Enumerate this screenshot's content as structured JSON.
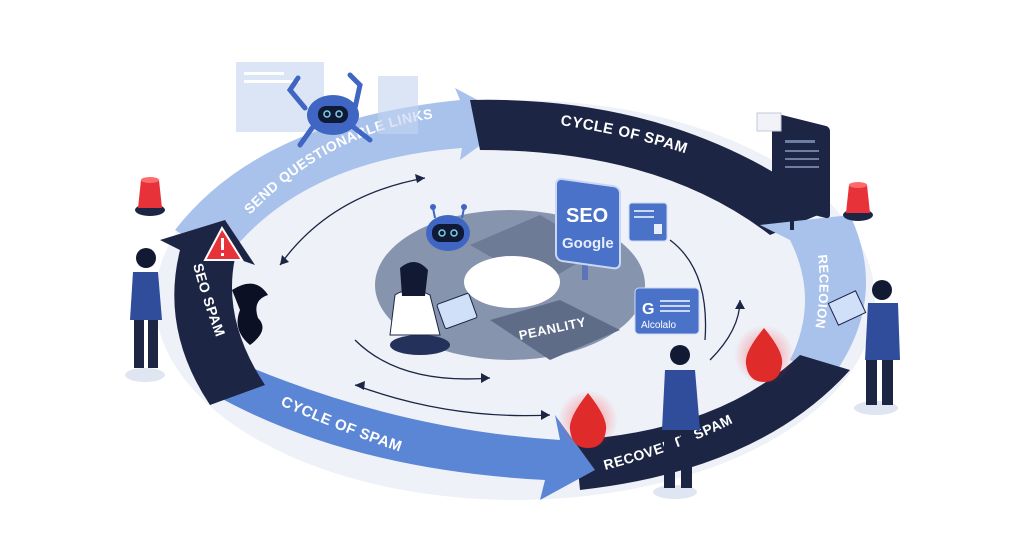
{
  "diagram": {
    "title": "Cycle of SEO Spam",
    "ring_labels": {
      "top_left": "SEND QUESTIONABLE LINKS",
      "top_right": "CYCLE OF SPAM",
      "right": "RECEOION",
      "bottom_right": "RECOVERTY SPAM",
      "bottom_left": "CYCLE OF SPAM",
      "left": "SEO SPAM"
    },
    "center": {
      "label": "PEANLITY",
      "sign_line1": "SEO",
      "sign_line2": "Google",
      "badge_letter": "G",
      "badge_text": "Alcolalo"
    },
    "colors": {
      "light_segment": "#8fb0e4",
      "mid_segment": "#5b86d6",
      "dark_segment": "#1c2544",
      "floor": "#eef1f8",
      "center_disk": "#7d8aa6",
      "accent_red": "#e8323a",
      "robot_blue": "#3f66c2"
    },
    "icons": [
      "warning-icon",
      "siren-icon",
      "robot-icon",
      "spider-robot-icon",
      "monitor-icon",
      "droplet-icon",
      "person-icon",
      "tablet-icon"
    ]
  }
}
